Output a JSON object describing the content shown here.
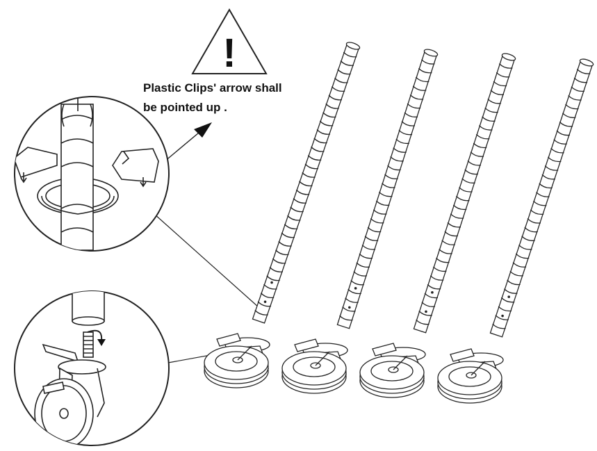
{
  "warning": {
    "symbol": "!",
    "lines": [
      "Plastic Clips' arrow shall",
      "be pointed up ."
    ]
  },
  "poles": {
    "count": 4
  }
}
